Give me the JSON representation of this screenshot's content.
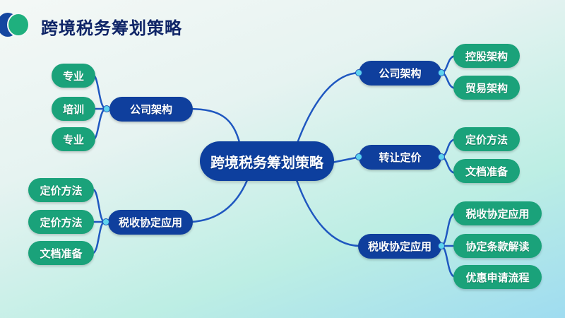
{
  "header": {
    "title": "跨境税务筹划策略"
  },
  "colors": {
    "root": "#0d3f9e",
    "branch": "#0f3f9d",
    "leaf": "#1aa27a",
    "connector": "#1f57c0",
    "title": "#0f2567"
  },
  "mindmap": {
    "root": "跨境税务筹划策略",
    "left": [
      {
        "label": "公司架构",
        "children": [
          "专业",
          "培训",
          "专业"
        ]
      },
      {
        "label": "税收协定应用",
        "children": [
          "定价方法",
          "定价方法",
          "文档准备"
        ]
      }
    ],
    "right": [
      {
        "label": "公司架构",
        "children": [
          "控股架构",
          "贸易架构"
        ]
      },
      {
        "label": "转让定价",
        "children": [
          "定价方法",
          "文档准备"
        ]
      },
      {
        "label": "税收协定应用",
        "children": [
          "税收协定应用",
          "协定条款解读",
          "优惠申请流程"
        ]
      }
    ]
  }
}
